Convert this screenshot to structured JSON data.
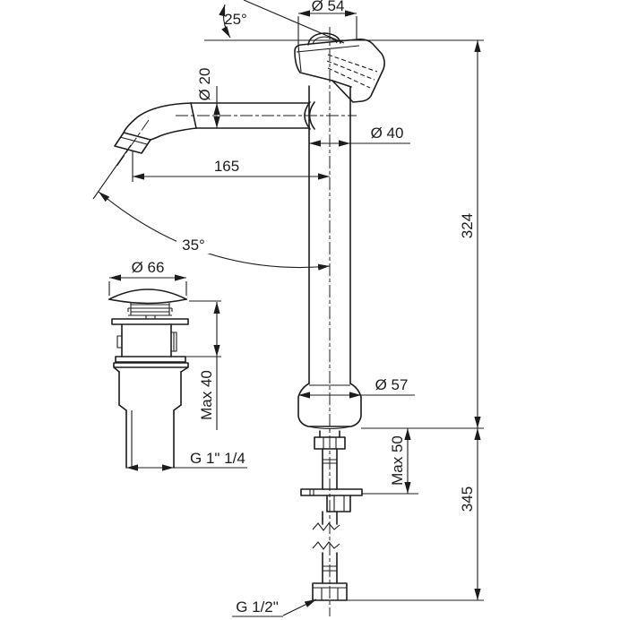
{
  "title": "Tall single-lever basin mixer with pop-up waste - dimensional drawing",
  "units": "mm",
  "colors": {
    "line": "#1c1c1c",
    "background": "#ffffff"
  },
  "labels": {
    "handle_diameter": "Ø 54",
    "handle_angle": "25°",
    "spout_diameter": "Ø 20",
    "body_diameter": "Ø 40",
    "spout_reach": "165",
    "height_above_deck": "324",
    "spout_tilt_angle": "35°",
    "waste_cap_diameter": "Ø 66",
    "waste_max_deck_thickness": "Max 40",
    "waste_thread": "G 1\" 1/4",
    "base_diameter": "Ø 57",
    "shank_max_deck_thickness": "Max 50",
    "height_below_deck": "345",
    "supply_thread": "G 1/2\""
  },
  "parts": [
    "lever handle head",
    "curved spout with aerator",
    "cylindrical tap body",
    "bell-shaped base",
    "mounting shank with nut and washer",
    "supply pipe shown with break",
    "supply connection nut",
    "pop-up waste drain assembly"
  ]
}
